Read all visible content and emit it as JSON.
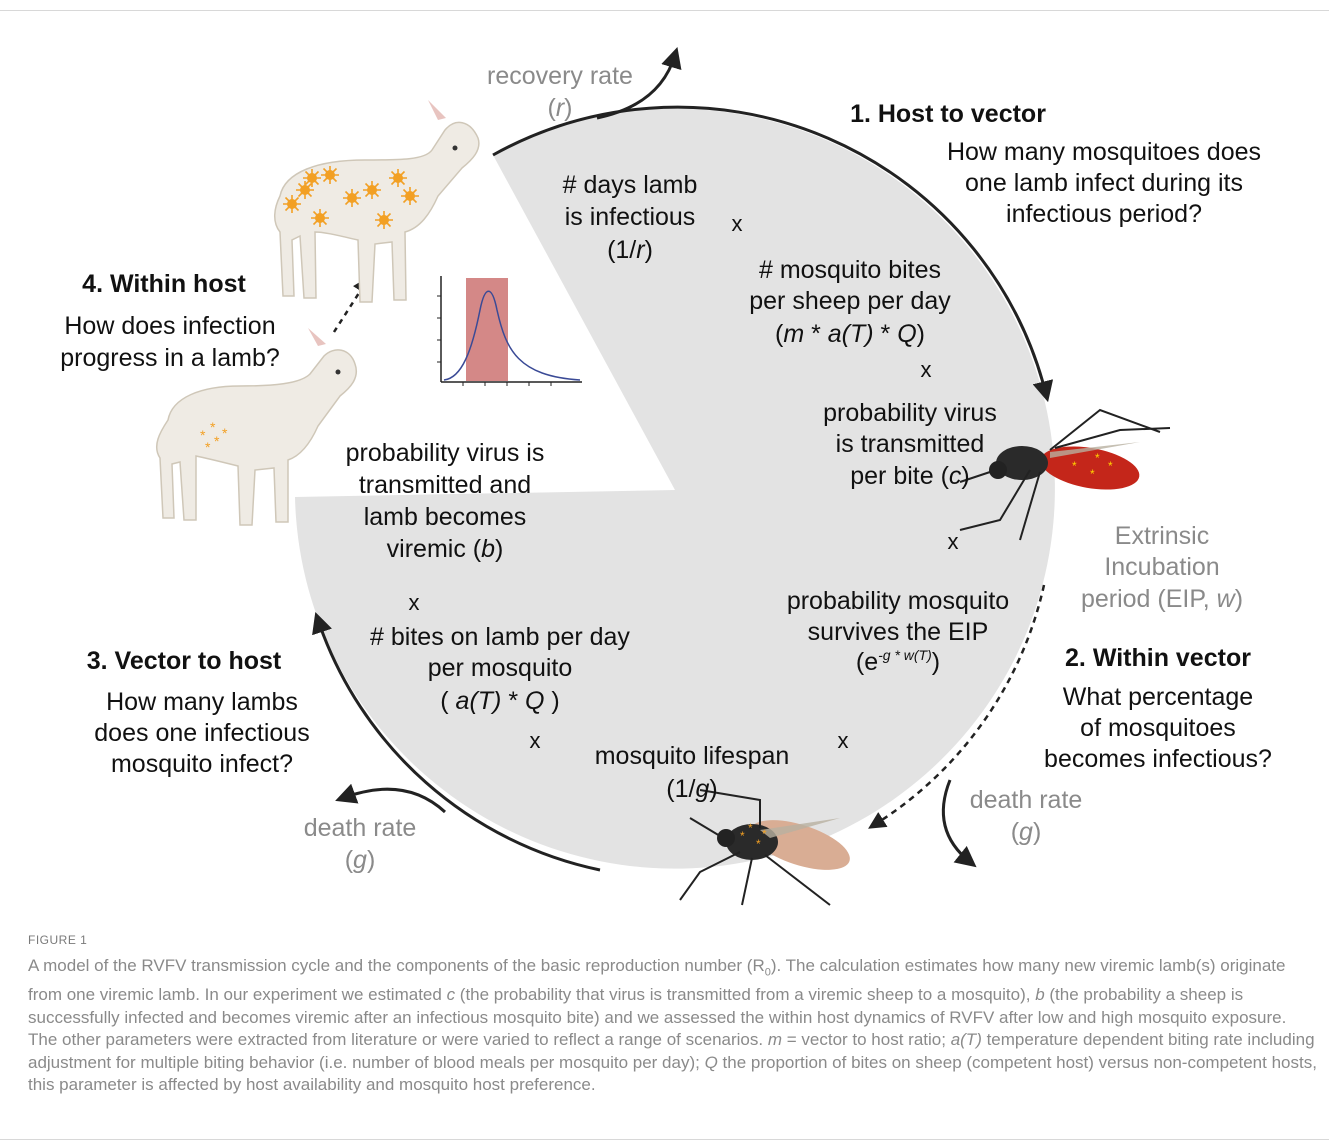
{
  "figure": {
    "recovery_rate": {
      "line1": "recovery rate",
      "open": "(",
      "sym": "r",
      "close": ")"
    },
    "step1": {
      "title": "1. Host to vector",
      "question": [
        "How many mosquitoes does",
        "one lamb infect during its",
        "infectious period?"
      ]
    },
    "step2": {
      "title": "2. Within vector",
      "question": [
        "What percentage",
        "of mosquitoes",
        "becomes infectious?"
      ]
    },
    "step3": {
      "title": "3. Vector to host",
      "question": [
        "How many lambs",
        "does one infectious",
        "mosquito infect?"
      ]
    },
    "step4": {
      "title": "4. Within host",
      "question": [
        "How does infection",
        "progress in a lamb?"
      ]
    },
    "days_infectious": {
      "line1": "# days lamb",
      "line2": "is infectious",
      "open": "(1/",
      "sym": "r",
      "close": ")"
    },
    "bites_sheep": {
      "line1": "# mosquito bites",
      "line2": "per sheep per day",
      "open": "(",
      "m": "m",
      "mid1": " * ",
      "a": "a(T)",
      "mid2": " * ",
      "q": "Q",
      "close": ")"
    },
    "prob_c": {
      "line1": "probability virus",
      "line2": "is transmitted",
      "pre": "per bite (",
      "sym": "c",
      "close": ")"
    },
    "eip": {
      "line1": "Extrinsic",
      "line2": "Incubation",
      "pre": "period (EIP, ",
      "sym": "w",
      "close": ")"
    },
    "survive": {
      "line1": "probability mosquito",
      "line2": "survives the EIP",
      "open": "(e",
      "exp": "-g * w(T)",
      "close": ")"
    },
    "prob_b": {
      "line1": "probability virus is",
      "line2": "transmitted and",
      "line3": "lamb becomes",
      "pre": "viremic (",
      "sym": "b",
      "close": ")"
    },
    "bites_lamb": {
      "line1": "# bites on lamb per day",
      "line2": "per mosquito",
      "open": "( ",
      "a": "a(T)",
      "mid": " * ",
      "q": "Q",
      "close": " )"
    },
    "lifespan": {
      "line1": "mosquito lifespan",
      "open": "(1/",
      "sym": "g",
      "close": ")"
    },
    "death_right": {
      "line1": "death rate",
      "open": "(",
      "sym": "g",
      "close": ")"
    },
    "death_left": {
      "line1": "death rate",
      "open": "(",
      "sym": "g",
      "close": ")"
    },
    "multiply": "x"
  },
  "caption": {
    "label": "FIGURE 1",
    "p1": "A model of the RVFV transmission cycle and the components of the basic reproduction number (R",
    "p1_sub": "0",
    "p2": "). The calculation estimates how many new viremic lamb(s) originate from one viremic lamb. In our experiment we estimated ",
    "c": "c",
    "p3": " (the probability that virus is transmitted from a viremic sheep to a mosquito), ",
    "b": "b",
    "p4": " (the probability a sheep is successfully infected and becomes viremic after an infectious mosquito bite) and we assessed the within host dynamics of RVFV after low and high mosquito exposure. The other parameters were extracted from literature or were varied to reflect a range of scenarios. ",
    "m": "m",
    "p5": " = vector to host ratio; ",
    "aT": "a(T)",
    "p6": " temperature dependent biting rate including adjustment for multiple biting behavior (i.e. number of blood meals per mosquito per day); ",
    "Q": "Q",
    "p7": " the proportion of bites on sheep (competent host) versus non-competent hosts, this parameter is affected by host availability and mosquito host preference."
  },
  "colors": {
    "pie": "#e3e3e3",
    "virus": "#f2a024",
    "mosquito_abdomen": "#c4261a",
    "curve_highlight": "#d48887",
    "curve_line": "#3a4a96"
  }
}
